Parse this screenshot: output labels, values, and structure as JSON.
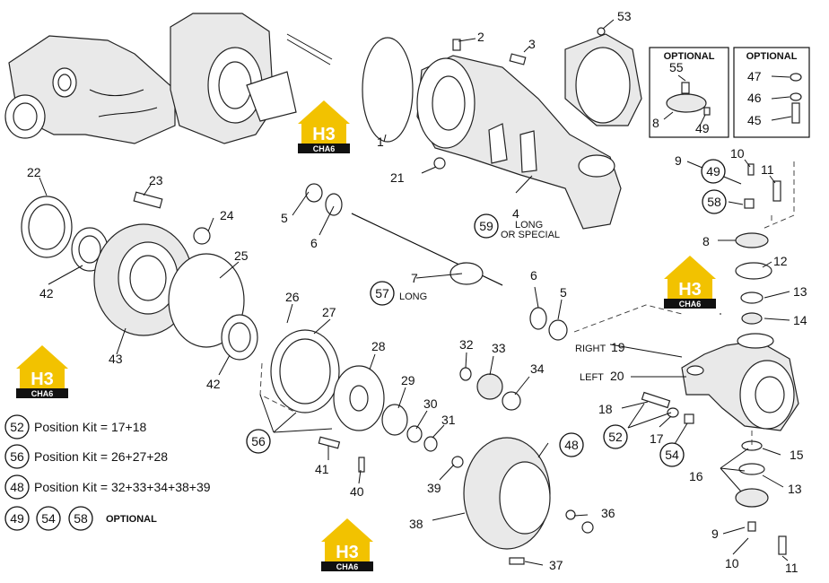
{
  "callouts": {
    "c1": "1",
    "c2": "2",
    "c3": "3",
    "c4": "4",
    "c5a": "5",
    "c5b": "5",
    "c6a": "6",
    "c6b": "6",
    "c7": "7",
    "c8a": "8",
    "c8b": "8",
    "c9a": "9",
    "c9b": "9",
    "c10a": "10",
    "c10b": "10",
    "c11a": "11",
    "c11b": "11",
    "c12": "12",
    "c13a": "13",
    "c13b": "13",
    "c14": "14",
    "c15": "15",
    "c16": "16",
    "c17": "17",
    "c18": "18",
    "c19": "19",
    "c20": "20",
    "c21": "21",
    "c22": "22",
    "c23": "23",
    "c24": "24",
    "c25": "25",
    "c26": "26",
    "c27": "27",
    "c28": "28",
    "c29": "29",
    "c30": "30",
    "c31": "31",
    "c32": "32",
    "c33": "33",
    "c34": "34",
    "c36": "36",
    "c37": "37",
    "c38": "38",
    "c39": "39",
    "c40": "40",
    "c41": "41",
    "c42a": "42",
    "c42b": "42",
    "c43": "43",
    "c45": "45",
    "c46": "46",
    "c47": "47",
    "c53": "53",
    "c55": "55"
  },
  "circled": {
    "k48": "48",
    "k49a": "49",
    "k49b": "49",
    "k52": "52",
    "k54": "54",
    "k56": "56",
    "k57": "57",
    "k58": "58",
    "k59": "59"
  },
  "notes": {
    "long_or_special_1": "LONG",
    "long_or_special_2": "OR SPECIAL",
    "long": "LONG",
    "right": "RIGHT",
    "left": "LEFT"
  },
  "optional_boxes": {
    "left_title": "OPTIONAL",
    "right_title": "OPTIONAL"
  },
  "legend": [
    {
      "num": "52",
      "text": "Position Kit = 17+18"
    },
    {
      "num": "56",
      "text": "Position Kit = 26+27+28"
    },
    {
      "num": "48",
      "text": "Position Kit = 32+33+34+38+39"
    }
  ],
  "optional_legend": {
    "nums": [
      "49",
      "54",
      "58"
    ],
    "text": "OPTIONAL"
  },
  "watermark": {
    "letters": "H3",
    "sub": "CHA6",
    "colors": {
      "yellow": "#f2c200",
      "black": "#111111"
    }
  }
}
